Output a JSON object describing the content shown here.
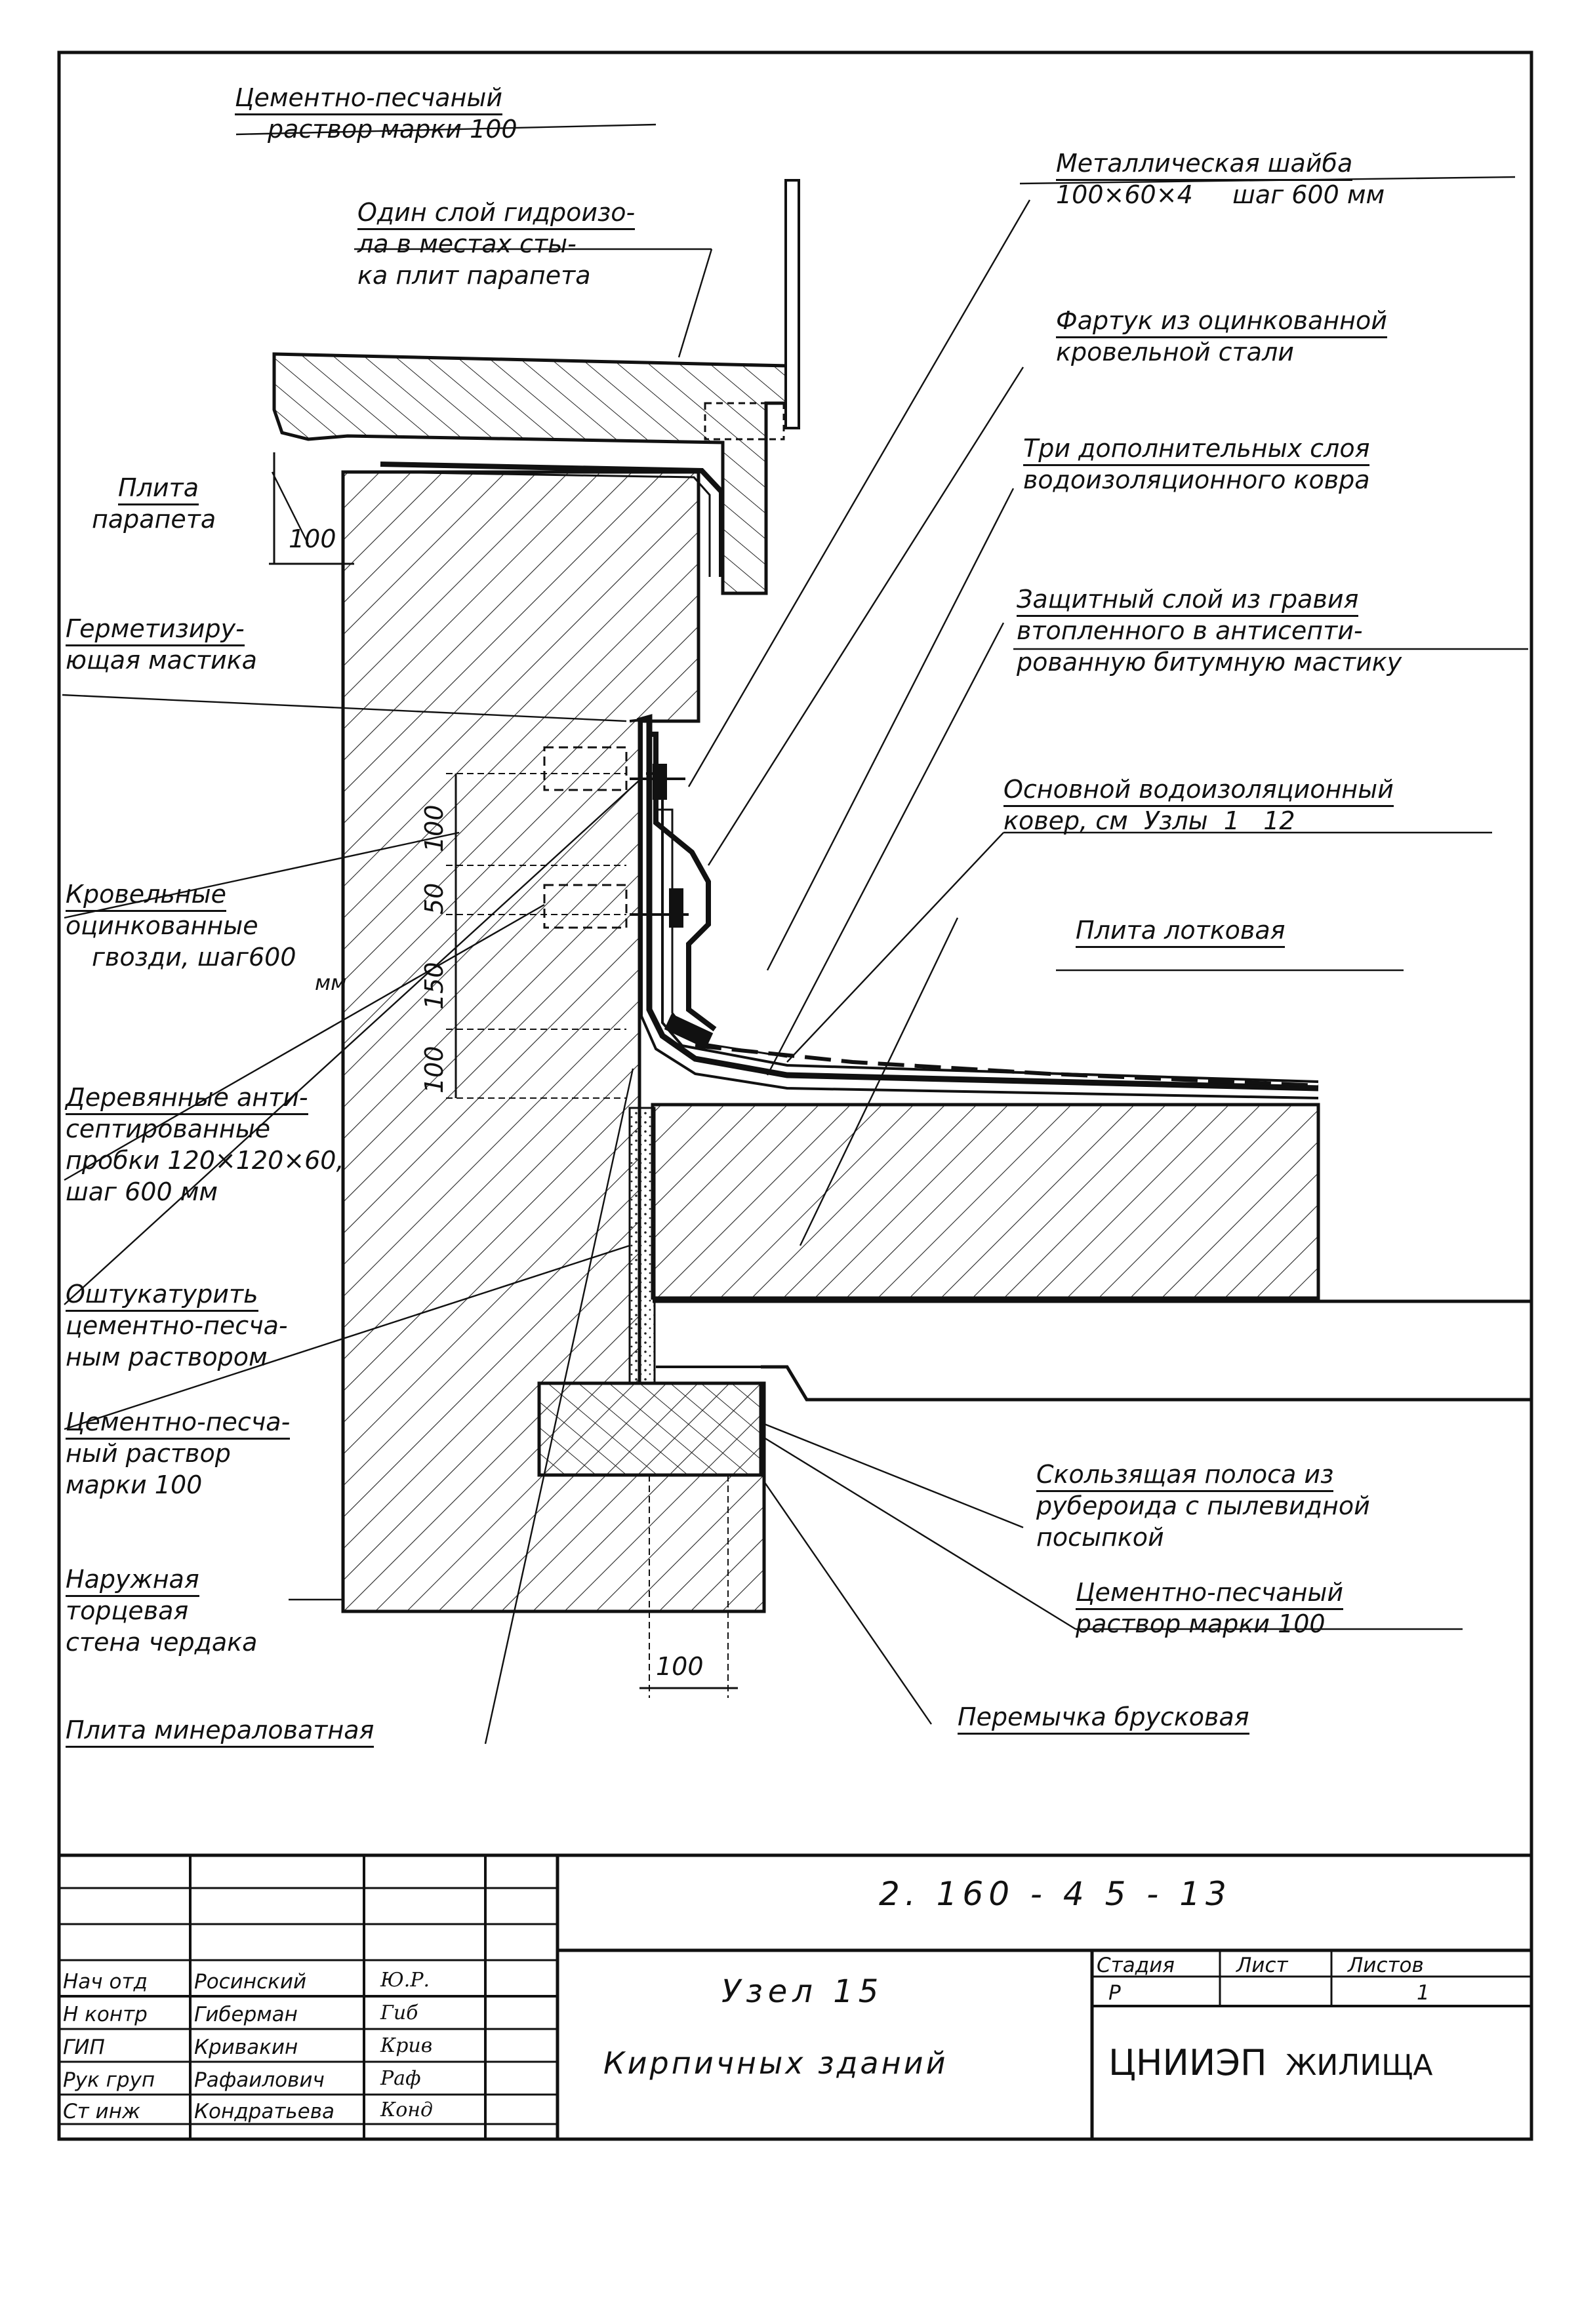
{
  "labels": {
    "mortar_top": [
      "Цементно-песчаный",
      "раствор марки 100"
    ],
    "waterproof_joint": [
      "Один слой гидроизо-",
      "ла в местах сты-",
      "ка плит парапета"
    ],
    "parapet_slab": [
      "Плита",
      "парапета"
    ],
    "sealant": [
      "Герметизиру-",
      "ющая мастика"
    ],
    "nails": [
      "Кровельные",
      "оцинкованные",
      "гвозди, шаг600",
      "мм"
    ],
    "wood_plugs": [
      "Деревянные анти-",
      "септированные",
      "пробки 120×120×60,",
      "шаг 600 мм"
    ],
    "plaster": [
      "Оштукатурить",
      "цементно-песча-",
      "ным раствором"
    ],
    "mortar_left": [
      "Цементно-песча-",
      "ный раствор",
      "марки 100"
    ],
    "outer_wall": [
      "Наружная",
      "торцевая",
      "стена чердака"
    ],
    "mineral_wool": [
      "Плита минераловатная"
    ],
    "washer": [
      "Металлическая шайба",
      "100×60×4     шаг 600 мм"
    ],
    "apron": [
      "Фартук из оцинкованной",
      "кровельной стали"
    ],
    "three_layers": [
      "Три дополнительных слоя",
      "водоизоляционного ковра"
    ],
    "gravel": [
      "Защитный слой из гравия",
      "втопленного в антисепти-",
      "рованную битумную мастику"
    ],
    "main_carpet": [
      "Основной водоизоляционный",
      "ковер, см  Узлы  1   12"
    ],
    "tray_slab": [
      "Плита лотковая"
    ],
    "sliding_strip": [
      "Скользящая полоса из",
      "рубероида с пылевидной",
      "посыпкой"
    ],
    "mortar_right": [
      "Цементно-песчаный",
      "раствор марки 100"
    ],
    "lintel": [
      "Перемычка брусковая"
    ]
  },
  "dimensions": {
    "parapet": "100",
    "bottom": "100",
    "vertical": [
      "100",
      "50",
      "150",
      "100"
    ]
  },
  "title_block": {
    "doc_code": "2. 160 - 4 5 - 13",
    "node_title": "Узел  15",
    "node_subtitle": "Кирпичных  зданий",
    "stage_header": "Стадия",
    "sheet_header": "Лист",
    "sheets_header": "Листов",
    "stage": "Р",
    "sheets": "1",
    "org_main": "ЦНИИЭП",
    "org_sub": "ЖИЛИЩА",
    "staff": [
      {
        "role": "Нач отд",
        "name": "Росинский"
      },
      {
        "role": "Н контр",
        "name": "Гиберман"
      },
      {
        "role": "ГИП",
        "name": "Кривакин"
      },
      {
        "role": "Рук груп",
        "name": "Рафаилович"
      },
      {
        "role": "Ст инж",
        "name": "Кондратьева"
      }
    ],
    "signatures": [
      "Ю.Р.",
      "Гиб",
      "Крив",
      "Раф",
      "Конд"
    ]
  }
}
